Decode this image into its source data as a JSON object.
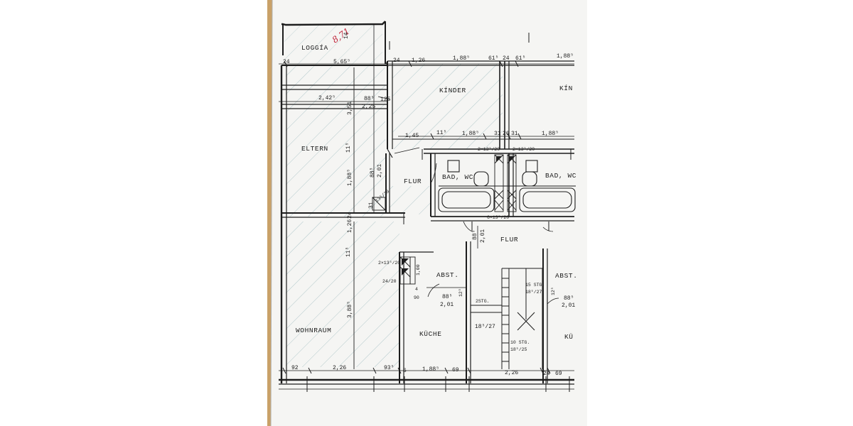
{
  "colors": {
    "wood": "#c9a168",
    "paper": "#f5f5f3",
    "ink": "#1d1d1d",
    "handwriting": "#c0243a",
    "hatch": "#9fbcc0"
  },
  "rooms": {
    "loggia": "LOGGÍA",
    "kinder": "KÍNDER",
    "kinder_2": "KÍN",
    "eltern": "ELTERN",
    "flur_small": "FLUR",
    "bad_wc_left": "BAD, WC",
    "bad_wc_right": "BAD, WC",
    "flur_main": "FLUR",
    "abst_left": "ABST.",
    "abst_right": "ABST.",
    "wohnraum": "WOHNRAUM",
    "kuche": "KÜCHE",
    "kuche_2": "KÜ"
  },
  "handwritten_note": "8,71",
  "dimensions": {
    "d_14": "14",
    "d_24_a": "24",
    "d_565": "5,65⁵",
    "d_24_b": "24",
    "d_126_top": "1,26",
    "d_188_a": "1,88⁵",
    "d_61_a": "61⁵",
    "d_24_c": "24",
    "d_61_b": "61⁵",
    "d_188_b": "1,88⁵",
    "d_242": "2,42⁵",
    "d_88_a": "88⁵",
    "d_125": "125",
    "d_351": "3,51",
    "d_225": "2,25",
    "d_145": "1,45",
    "d_11_a": "11⁵",
    "d_188_c": "1,88⁵",
    "d_31_a": "31",
    "d_26": "26",
    "d_31_b": "31",
    "d_188_d": "1,88⁵",
    "d_11_b": "11⁵",
    "d_2x13_a": "2×13⁵/20",
    "d_2x13_b": "2×13⁵/20",
    "d_88_b": "88⁵",
    "d_201_a": "2,01",
    "d_188_e": "1,88⁵",
    "d_13_20": "13⁵/20",
    "d_31_c": "31",
    "d_6x13": "6×13⁵/20",
    "d_24_d": "24",
    "d_126_mid": "1,26",
    "d_88_c": "88⁵",
    "d_201_b": "2,01",
    "d_11_c": "11⁵",
    "d_2x13_c": "2×13⁵/20",
    "d_24_20": "24/20",
    "d_100": "1,00",
    "d_4": "4",
    "d_90": "90",
    "d_88_d": "88⁵",
    "d_201_c": "2,01",
    "d_12_a": "12⁵",
    "d_2stg": "2STG.",
    "d_18_27_a": "18⁵/27",
    "d_15stg": "15 STG.",
    "d_18_27_b": "18⁵/27",
    "d_12_b": "12⁵",
    "d_88_e": "88⁵",
    "d_201_d": "2,01",
    "d_388": "3,88⁵",
    "d_10stg": "10 STG.",
    "d_18_25": "18⁵/25",
    "d_92": "92",
    "d_226_a": "2,26",
    "d_93": "93⁵",
    "d_6": "6",
    "d_188_f": "1,88⁵",
    "d_69_a": "69",
    "d_226_b": "2,26",
    "d_24_e": "24",
    "d_69_b": "69"
  }
}
